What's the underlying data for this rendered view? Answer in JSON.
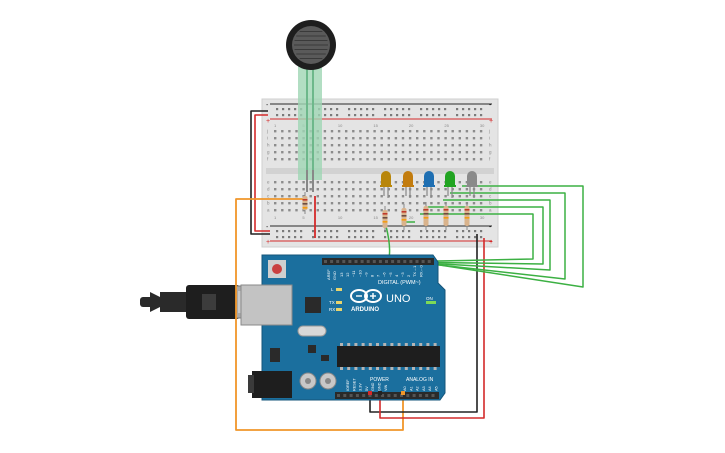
{
  "board": {
    "brand_text": "ARDUINO",
    "model_text": "UNO",
    "digital_label": "DIGITAL (PWM~)",
    "power_label": "POWER",
    "analog_label": "ANALOG IN",
    "aref_label": "AREF",
    "gnd_label": "GND",
    "tx_label": "TX",
    "rx_label": "RX",
    "l_label": "L",
    "on_label": "ON",
    "power_pins": [
      "IOREF",
      "RESET",
      "3.3V",
      "5V",
      "GND",
      "GND",
      "VIN"
    ],
    "analog_pins": [
      "A0",
      "A1",
      "A2",
      "A3",
      "A4",
      "A5"
    ],
    "digital_pins": [
      "13",
      "12",
      "~11",
      "~10",
      "~9",
      "8",
      "7",
      "~6",
      "~5",
      "4",
      "~3",
      "2",
      "TX→1",
      "RX←0"
    ]
  },
  "breadboard": {
    "plus_sign": "+",
    "minus_sign": "-",
    "row_letters": [
      "a",
      "b",
      "c",
      "d",
      "e",
      "f",
      "g",
      "h",
      "i",
      "j"
    ],
    "column_numbers": [
      "1",
      "5",
      "10",
      "15",
      "20",
      "25",
      "30"
    ]
  },
  "leds": [
    {
      "name": "led-1",
      "color": "#b8860b"
    },
    {
      "name": "led-2",
      "color": "#c27c0e"
    },
    {
      "name": "led-3",
      "color": "#1f6fb2"
    },
    {
      "name": "led-4",
      "color": "#22a422"
    },
    {
      "name": "led-5",
      "color": "#8a8a8a"
    }
  ],
  "colors": {
    "board_blue": "#1b6f9e",
    "breadboard": "#e6e6e6",
    "wire_green": "#3cb043",
    "wire_red": "#d42a2a",
    "wire_black": "#222222",
    "wire_orange": "#f0962a"
  }
}
